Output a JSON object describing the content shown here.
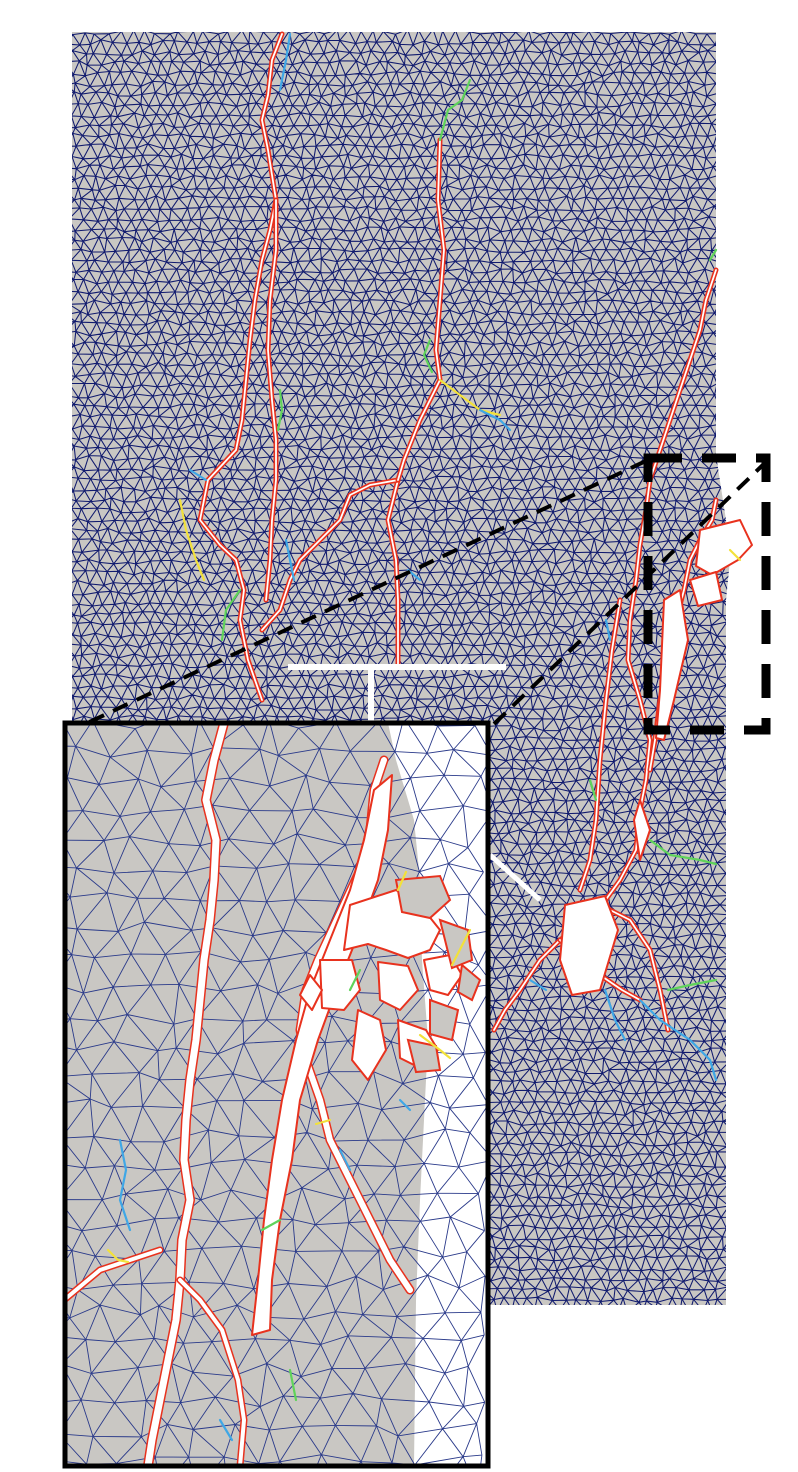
{
  "figure": {
    "kind": "finite element mesh fracture simulation with zoomed inset",
    "colors": {
      "background": "#ffffff",
      "mesh_fill": "#c9c7c3",
      "mesh_edges": "#101a6e",
      "inset_mesh_edges": "#2a3a8a",
      "crack_outline": "#e8321e",
      "crack_opening": "#ffffff",
      "damage_low": "#3fa7e6",
      "damage_mid": "#5fd35a",
      "damage_high": "#f2e13a",
      "callout_frame": "#000000"
    },
    "callout": {
      "source_box_style": "dashed",
      "inset_frame_style": "solid",
      "connector_style": "dashed"
    },
    "icons": [
      "magnify-callout"
    ]
  }
}
